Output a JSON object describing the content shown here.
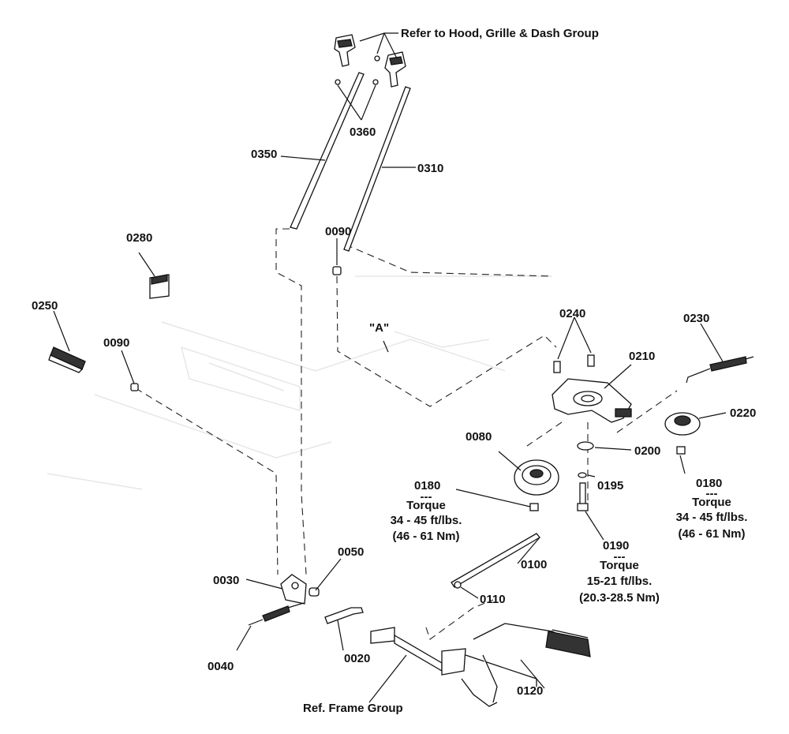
{
  "diagram": {
    "callouts": {
      "hood_ref": "Refer to Hood, Grille & Dash Group",
      "p0360": "0360",
      "p0350": "0350",
      "p0310": "0310",
      "p0090_top": "0090",
      "p0280": "0280",
      "p0250": "0250",
      "p0090_left": "0090",
      "view_a": "\"A\"",
      "p0240": "0240",
      "p0230": "0230",
      "p0210": "0210",
      "p0220": "0220",
      "p0080": "0080",
      "p0200": "0200",
      "p0195": "0195",
      "p0180_left": "0180",
      "p0180_right": "0180",
      "p0190": "0190",
      "p0100": "0100",
      "p0110": "0110",
      "p0050": "0050",
      "p0030": "0030",
      "p0040": "0040",
      "p0020": "0020",
      "p0120": "0120",
      "frame_ref": "Ref. Frame Group"
    },
    "notes": {
      "torque_left": [
        "---",
        "Torque",
        "34 - 45 ft/lbs.",
        "(46 - 61 Nm)"
      ],
      "torque_right": [
        "---",
        "Torque",
        "34 - 45 ft/lbs.",
        "(46 - 61 Nm)"
      ],
      "torque_0190": [
        "---",
        "Torque",
        "15-21 ft/lbs.",
        "(20.3-28.5 Nm)"
      ]
    }
  }
}
